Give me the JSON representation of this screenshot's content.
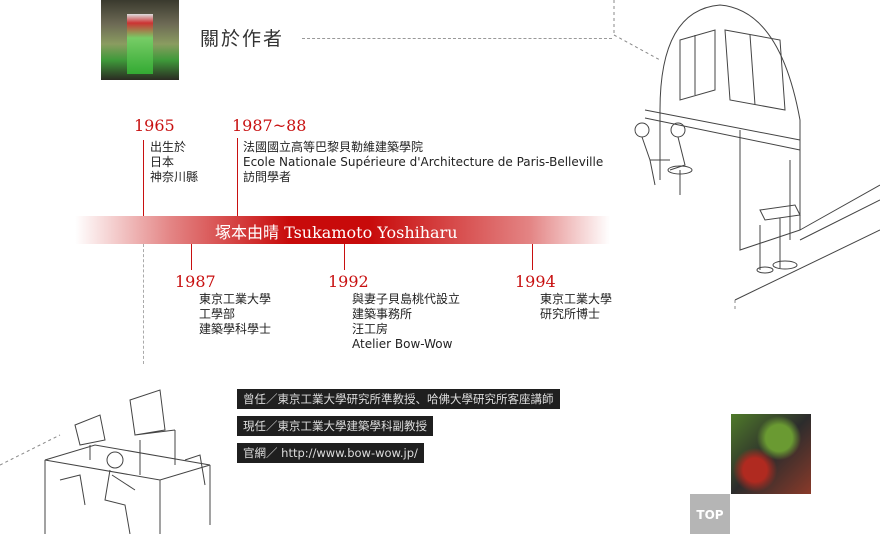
{
  "header": {
    "title": "關於作者"
  },
  "name_band": "塚本由晴  Tsukamoto Yoshiharu",
  "timeline": [
    {
      "year": "1965",
      "lines": [
        "出生於",
        "日本",
        "神奈川縣"
      ]
    },
    {
      "year": "1987~88",
      "lines": [
        "法國國立高等巴黎貝勒維建築學院",
        "Ecole Nationale Supérieure d'Architecture de Paris-Belleville",
        "訪問學者"
      ]
    },
    {
      "year": "1987",
      "lines": [
        "東京工業大學",
        "工學部",
        "建築學科學士"
      ]
    },
    {
      "year": "1992",
      "lines": [
        "與妻子貝島桃代設立",
        "建築事務所",
        "汪工房",
        "Atelier Bow-Wow"
      ]
    },
    {
      "year": "1994",
      "lines": [
        "東京工業大學",
        "研究所博士"
      ]
    }
  ],
  "info": [
    "曾任／東京工業大學研究所準教授、哈佛大學研究所客座講師",
    "現任／東京工業大學建築學科副教授",
    "官網／ http://www.bow-wow.jp/"
  ],
  "top_button": "TOP",
  "colors": {
    "accent": "#c81010",
    "info_bg": "#1f1f1f"
  }
}
